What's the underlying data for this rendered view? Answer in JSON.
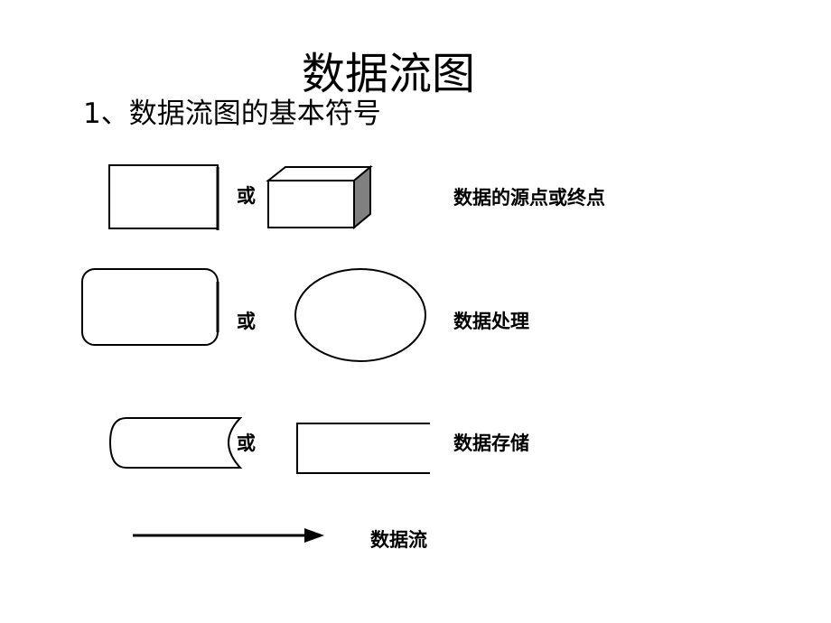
{
  "slide": {
    "title": "数据流图",
    "subtitle": "1、数据流图的基本符号"
  },
  "symbols": {
    "or_text": "或",
    "source_sink": {
      "label": "数据的源点或终点"
    },
    "process": {
      "label": "数据处理"
    },
    "data_store": {
      "label": "数据存储"
    },
    "data_flow": {
      "label": "数据流"
    }
  }
}
